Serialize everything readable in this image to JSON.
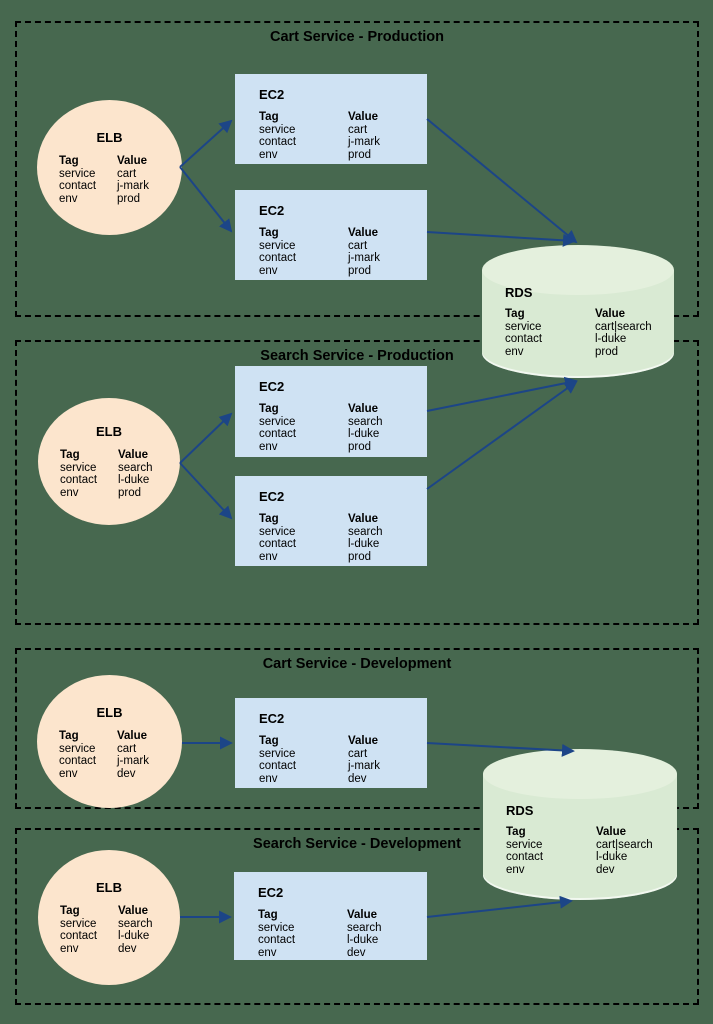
{
  "sections": [
    {
      "title": "Cart Service - Production"
    },
    {
      "title": "Search Service - Production"
    },
    {
      "title": "Cart Service - Development"
    },
    {
      "title": "Search Service - Development"
    }
  ],
  "nodes": {
    "elb_cart_prod": {
      "title": "ELB",
      "tag_header": "Tag",
      "value_header": "Value",
      "tags": [
        "service",
        "contact",
        "env"
      ],
      "values": [
        "cart",
        "j-mark",
        "prod"
      ]
    },
    "ec2_cart_prod_1": {
      "title": "EC2",
      "tag_header": "Tag",
      "value_header": "Value",
      "tags": [
        "service",
        "contact",
        "env"
      ],
      "values": [
        "cart",
        "j-mark",
        "prod"
      ]
    },
    "ec2_cart_prod_2": {
      "title": "EC2",
      "tag_header": "Tag",
      "value_header": "Value",
      "tags": [
        "service",
        "contact",
        "env"
      ],
      "values": [
        "cart",
        "j-mark",
        "prod"
      ]
    },
    "rds_prod": {
      "title": "RDS",
      "tag_header": "Tag",
      "value_header": "Value",
      "tags": [
        "service",
        "contact",
        "env"
      ],
      "values": [
        "cart|search",
        "l-duke",
        "prod"
      ]
    },
    "elb_search_prod": {
      "title": "ELB",
      "tag_header": "Tag",
      "value_header": "Value",
      "tags": [
        "service",
        "contact",
        "env"
      ],
      "values": [
        "search",
        "l-duke",
        "prod"
      ]
    },
    "ec2_search_prod_1": {
      "title": "EC2",
      "tag_header": "Tag",
      "value_header": "Value",
      "tags": [
        "service",
        "contact",
        "env"
      ],
      "values": [
        "search",
        "l-duke",
        "prod"
      ]
    },
    "ec2_search_prod_2": {
      "title": "EC2",
      "tag_header": "Tag",
      "value_header": "Value",
      "tags": [
        "service",
        "contact",
        "env"
      ],
      "values": [
        "search",
        "l-duke",
        "prod"
      ]
    },
    "elb_cart_dev": {
      "title": "ELB",
      "tag_header": "Tag",
      "value_header": "Value",
      "tags": [
        "service",
        "contact",
        "env"
      ],
      "values": [
        "cart",
        "j-mark",
        "dev"
      ]
    },
    "ec2_cart_dev": {
      "title": "EC2",
      "tag_header": "Tag",
      "value_header": "Value",
      "tags": [
        "service",
        "contact",
        "env"
      ],
      "values": [
        "cart",
        "j-mark",
        "dev"
      ]
    },
    "rds_dev": {
      "title": "RDS",
      "tag_header": "Tag",
      "value_header": "Value",
      "tags": [
        "service",
        "contact",
        "env"
      ],
      "values": [
        "cart|search",
        "l-duke",
        "dev"
      ]
    },
    "elb_search_dev": {
      "title": "ELB",
      "tag_header": "Tag",
      "value_header": "Value",
      "tags": [
        "service",
        "contact",
        "env"
      ],
      "values": [
        "search",
        "l-duke",
        "dev"
      ]
    },
    "ec2_search_dev": {
      "title": "EC2",
      "tag_header": "Tag",
      "value_header": "Value",
      "tags": [
        "service",
        "contact",
        "env"
      ],
      "values": [
        "search",
        "l-duke",
        "dev"
      ]
    }
  },
  "colors": {
    "canvas_bg": "#47684F",
    "section_border": "#000000",
    "elb_fill": "#fce5cd",
    "ec2_fill": "#cfe2f3",
    "rds_fill": "#d9ead3",
    "rds_top_fill": "#e4f0dd",
    "connector": "#1c4587"
  }
}
